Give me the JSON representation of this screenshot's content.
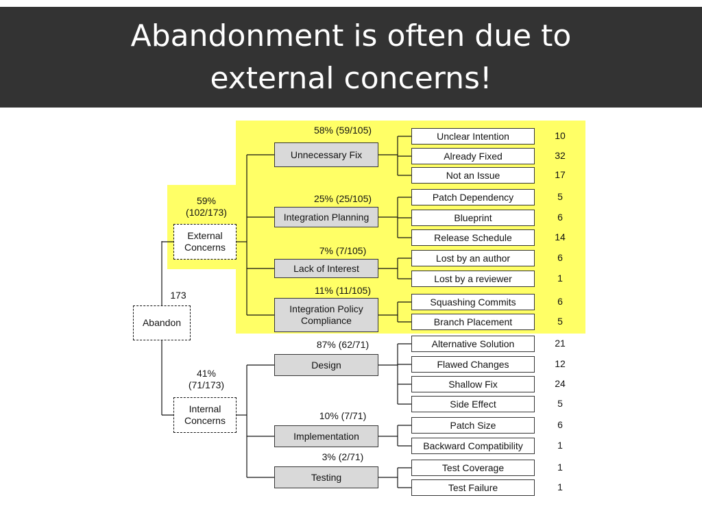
{
  "title": "Abandonment is often due to\nexternal concerns!",
  "colors": {
    "highlight": "#ffff66",
    "title_bg": "#333333",
    "category_fill": "#d9d9d9"
  },
  "root": {
    "label": "Abandon",
    "count": "173"
  },
  "groups": [
    {
      "label": "External\nConcerns",
      "share": "59%\n(102/173)",
      "highlighted": true,
      "categories": [
        {
          "label": "Unnecessary Fix",
          "share": "58% (59/105)",
          "reasons": [
            {
              "label": "Unclear Intention",
              "count": "10"
            },
            {
              "label": "Already Fixed",
              "count": "32"
            },
            {
              "label": "Not an Issue",
              "count": "17"
            }
          ]
        },
        {
          "label": "Integration Planning",
          "share": "25% (25/105)",
          "reasons": [
            {
              "label": "Patch Dependency",
              "count": "5"
            },
            {
              "label": "Blueprint",
              "count": "6"
            },
            {
              "label": "Release Schedule",
              "count": "14"
            }
          ]
        },
        {
          "label": "Lack of Interest",
          "share": "7% (7/105)",
          "reasons": [
            {
              "label": "Lost by an author",
              "count": "6"
            },
            {
              "label": "Lost by a reviewer",
              "count": "1"
            }
          ]
        },
        {
          "label": "Integration Policy\nCompliance",
          "share": "11% (11/105)",
          "reasons": [
            {
              "label": "Squashing Commits",
              "count": "6"
            },
            {
              "label": "Branch Placement",
              "count": "5"
            }
          ]
        }
      ]
    },
    {
      "label": "Internal\nConcerns",
      "share": "41%\n(71/173)",
      "highlighted": false,
      "categories": [
        {
          "label": "Design",
          "share": "87% (62/71)",
          "reasons": [
            {
              "label": "Alternative Solution",
              "count": "21"
            },
            {
              "label": "Flawed Changes",
              "count": "12"
            },
            {
              "label": "Shallow Fix",
              "count": "24"
            },
            {
              "label": "Side Effect",
              "count": "5"
            }
          ]
        },
        {
          "label": "Implementation",
          "share": "10% (7/71)",
          "reasons": [
            {
              "label": "Patch Size",
              "count": "6"
            },
            {
              "label": "Backward Compatibility",
              "count": "1"
            }
          ]
        },
        {
          "label": "Testing",
          "share": "3% (2/71)",
          "reasons": [
            {
              "label": "Test Coverage",
              "count": "1"
            },
            {
              "label": "Test Failure",
              "count": "1"
            }
          ]
        }
      ]
    }
  ]
}
